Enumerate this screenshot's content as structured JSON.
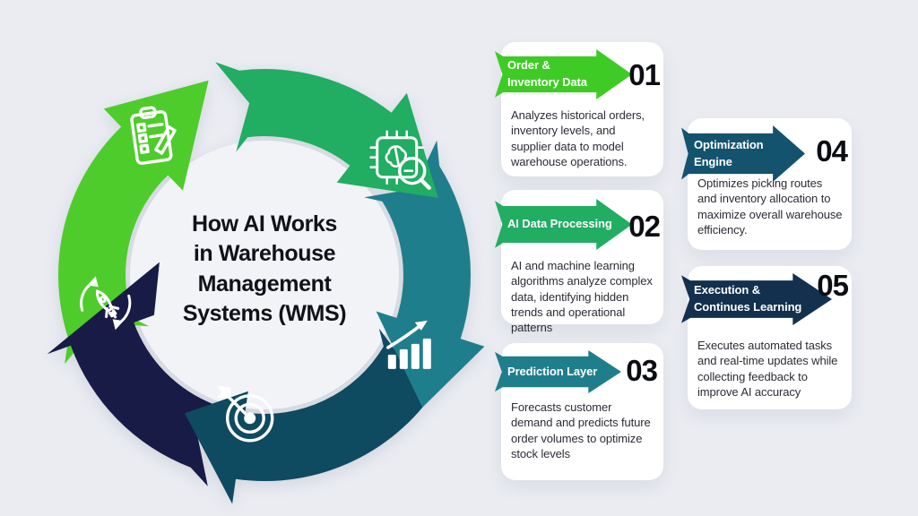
{
  "title": {
    "text": "How AI Works\nin Warehouse\nManagement\nSystems (WMS)"
  },
  "cycle": {
    "inner_fill": "#F2F3F7",
    "segments": [
      {
        "name": "order-inventory-data",
        "color": "#4ECC2C",
        "icon": "clipboard-checklist-icon",
        "a0": 246,
        "head_base": 316,
        "tip": 344,
        "tip_r": 226,
        "icon_angle": 322,
        "icon_r": 197,
        "icon_rotate": -8
      },
      {
        "name": "ai-data-processing",
        "color": "#21AD62",
        "icon": "ai-chip-search-icon",
        "a0": 347,
        "head_base": 398,
        "tip": 426,
        "tip_r": 212,
        "icon_angle": 410,
        "icon_r": 198,
        "icon_rotate": 0
      },
      {
        "name": "prediction-layer",
        "color": "#1F7E8C",
        "icon": "growth-chart-icon",
        "a0": 52,
        "head_base": 108,
        "tip": 130,
        "tip_r": 230,
        "icon_angle": 116,
        "icon_r": 180,
        "icon_rotate": 0
      },
      {
        "name": "optimization-engine",
        "color": "#0E4A60",
        "icon": "target-arrow-icon",
        "a0": 115,
        "head_base": 188,
        "tip": 210,
        "tip_r": 178,
        "icon_angle": 187,
        "icon_r": 158,
        "icon_rotate": 0
      },
      {
        "name": "execution-learning",
        "color": "#181B46",
        "icon": "rocket-cycle-icon",
        "a0": 195,
        "head_base": 250,
        "tip": 277,
        "tip_r": 118,
        "icon_angle": 260,
        "icon_r": 180,
        "icon_rotate": 0
      }
    ],
    "draw_order": [
      0,
      4,
      3,
      2,
      1
    ]
  },
  "cards": [
    {
      "number": "01",
      "label": "Order &\nInventory Data",
      "arrow_color": "#3FCB25",
      "description": "Analyzes historical orders, inventory levels, and supplier data to model warehouse operations."
    },
    {
      "number": "02",
      "label": "AI Data Processing",
      "arrow_color": "#21AD62",
      "description": "AI and machine learning algorithms analyze complex data, identifying hidden trends and operational patterns"
    },
    {
      "number": "03",
      "label": "Prediction Layer",
      "arrow_color": "#1F7E8C",
      "description": "Forecasts customer demand and predicts future order volumes to optimize stock levels"
    },
    {
      "number": "04",
      "label": "Optimization\nEngine",
      "arrow_color": "#14536E",
      "description": "Optimizes picking routes and inventory allocation to maximize overall warehouse efficiency."
    },
    {
      "number": "05",
      "label": "Execution &\nContinues Learning",
      "arrow_color": "#13304E",
      "description": "Executes automated tasks and real-time updates while collecting feedback to improve AI accuracy"
    }
  ]
}
